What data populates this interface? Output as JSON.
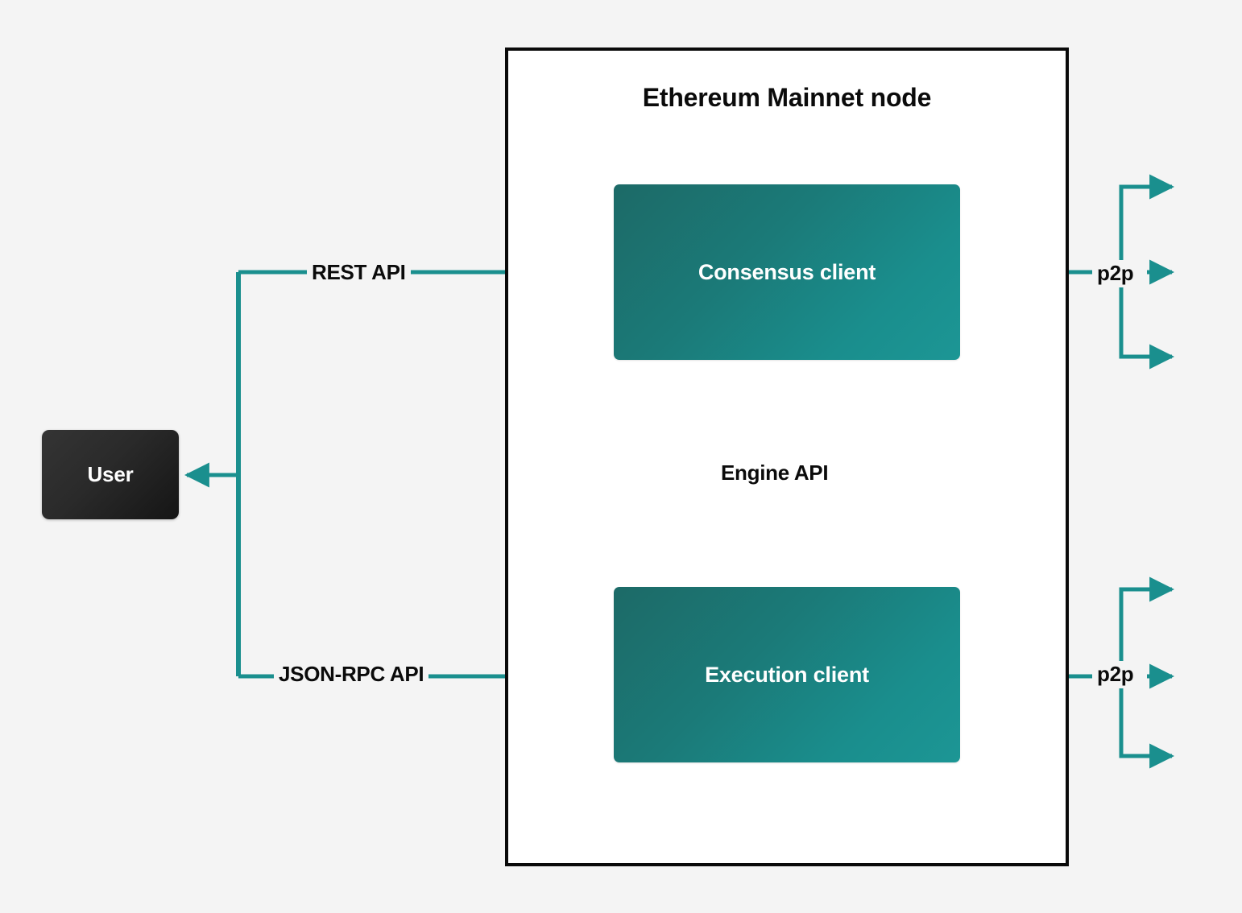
{
  "diagram": {
    "title": "Ethereum Mainnet node",
    "background_color": "#f4f4f4",
    "accent_color": "#1a8f8e",
    "node_border_color": "#0a0a0a",
    "client_box_gradient": [
      "#1c6a67",
      "#1c9695"
    ],
    "user_box_gradient": [
      "#343434",
      "#151515"
    ]
  },
  "boxes": {
    "consensus": {
      "label": "Consensus client"
    },
    "execution": {
      "label": "Execution client"
    },
    "user": {
      "label": "User"
    }
  },
  "edges": {
    "rest_api": {
      "label": "REST API",
      "from": "User",
      "to": "Consensus client",
      "style": "solid"
    },
    "json_rpc_api": {
      "label": "JSON-RPC API",
      "from": "User",
      "to": "Execution client",
      "style": "solid"
    },
    "engine_api": {
      "label": "Engine API",
      "from": "Consensus client",
      "to": "Execution client",
      "style": "solid-down-and-dashed-up"
    },
    "p2p_consensus": {
      "label": "p2p",
      "style": "solid",
      "branches": 3
    },
    "p2p_execution": {
      "label": "p2p",
      "style": "solid",
      "branches": 3
    }
  }
}
